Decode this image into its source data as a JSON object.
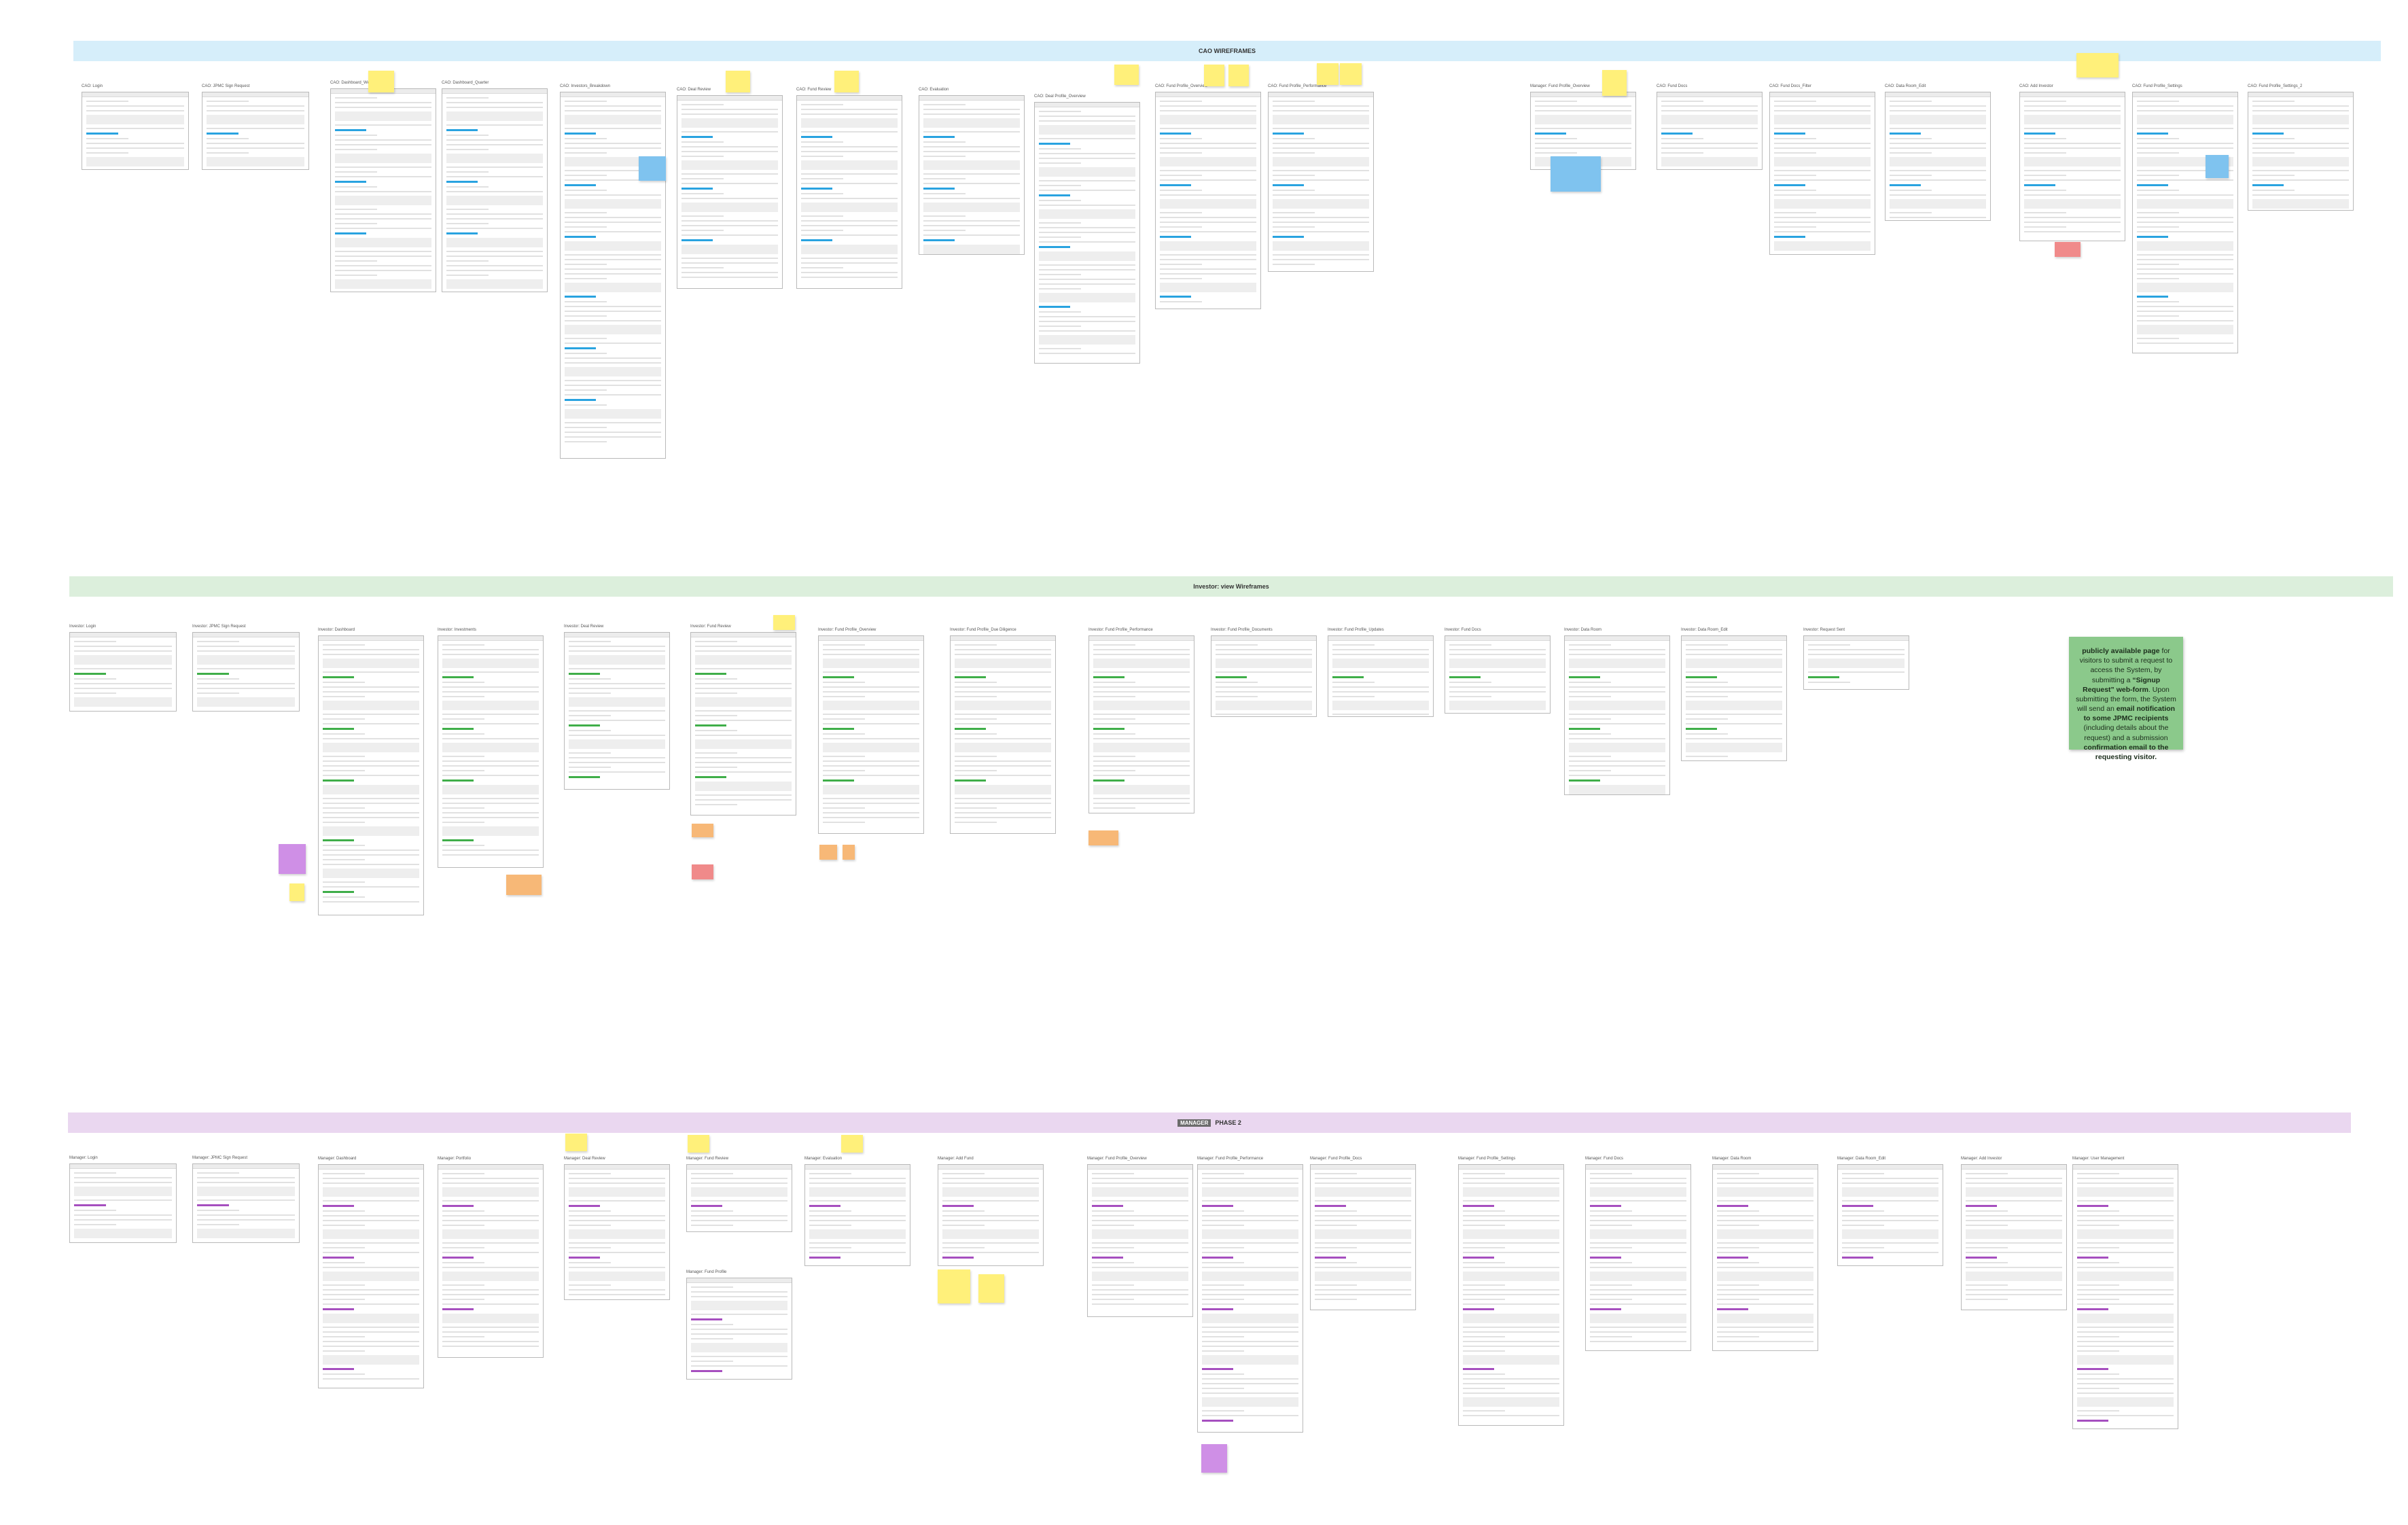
{
  "bands": {
    "cao": {
      "label": "CAO WIREFRAMES",
      "color": "#d6eefa"
    },
    "investor": {
      "label": "Investor: view Wireframes",
      "color": "#dcefdc"
    },
    "manager": {
      "tag": "MANAGER",
      "label": "PHASE 2",
      "color": "#ead7f0"
    }
  },
  "colors": {
    "sticky_yellow": "#fff07a",
    "sticky_orange": "#f7b877",
    "sticky_purple": "#cf8fe6",
    "sticky_blue": "#7fc3ef",
    "sticky_red": "#f08a8a",
    "accent_blue": "#29a3e0",
    "accent_green": "#3fae49",
    "accent_purple": "#a64fbf"
  },
  "frames": {
    "cao": [
      {
        "label": "CAO: Login"
      },
      {
        "label": "CAO: JPMC Sign Request"
      },
      {
        "label": "CAO: Dashboard_Week"
      },
      {
        "label": "CAO: Dashboard_Quarter"
      },
      {
        "label": "CAO: Investors_Breakdown"
      },
      {
        "label": "CAO: Deal Review"
      },
      {
        "label": "CAO: Fund Review"
      },
      {
        "label": "CAO: Evaluation"
      },
      {
        "label": "CAO: Deal Profile_Overview"
      },
      {
        "label": "CAO: Fund Profile_Overview"
      },
      {
        "label": "CAO: Fund Profile_Performance"
      },
      {
        "label": "Manager: Fund Profile_Overview"
      },
      {
        "label": "CAO: Fund Docs"
      },
      {
        "label": "CAO: Fund Docs_Filter"
      },
      {
        "label": "CAO: Data Room_Edit"
      },
      {
        "label": "CAO: Add Investor"
      },
      {
        "label": "CAO: Fund Profile_Settings"
      },
      {
        "label": "CAO: Fund Profile_Settings_2"
      }
    ],
    "investor": [
      {
        "label": "Investor: Login"
      },
      {
        "label": "Investor: JPMC Sign Request"
      },
      {
        "label": "Investor: Dashboard"
      },
      {
        "label": "Investor: Investments"
      },
      {
        "label": "Investor: Deal Review"
      },
      {
        "label": "Investor: Fund Review"
      },
      {
        "label": "Investor: Fund Profile_Overview"
      },
      {
        "label": "Investor: Fund Profile_Due Diligence"
      },
      {
        "label": "Investor: Fund Profile_Performance"
      },
      {
        "label": "Investor: Fund Profile_Documents"
      },
      {
        "label": "Investor: Fund Profile_Updates"
      },
      {
        "label": "Investor: Fund Docs"
      },
      {
        "label": "Investor: Data Room"
      },
      {
        "label": "Investor: Data Room_Edit"
      },
      {
        "label": "Investor: Request Sent"
      }
    ],
    "manager": [
      {
        "label": "Manager: Login"
      },
      {
        "label": "Manager: JPMC Sign Request"
      },
      {
        "label": "Manager: Dashboard"
      },
      {
        "label": "Manager: Portfolio"
      },
      {
        "label": "Manager: Deal Review"
      },
      {
        "label": "Manager: Fund Review"
      },
      {
        "label": "Manager: Fund Profile"
      },
      {
        "label": "Manager: Evaluation"
      },
      {
        "label": "Manager: Add Fund"
      },
      {
        "label": "Manager: Fund Profile_Overview"
      },
      {
        "label": "Manager: Fund Profile_Performance"
      },
      {
        "label": "Manager: Fund Profile_Docs"
      },
      {
        "label": "Manager: Fund Profile_Settings"
      },
      {
        "label": "Manager: Fund Docs"
      },
      {
        "label": "Manager: Data Room"
      },
      {
        "label": "Manager: Data Room_Edit"
      },
      {
        "label": "Manager: Add Investor"
      },
      {
        "label": "Manager: User Management"
      }
    ]
  },
  "note": {
    "before": "publicly available page",
    "t1": " for visitors to submit a request to access the System, by submitting a ",
    "form": "“Signup Request” web-form",
    "t2": ". Upon submitting the form, the System will send an ",
    "email": "email notification to some JPMC recipients",
    "t3": " (including details about the request) and a submission ",
    "confirm": "confirmation email to the requesting visitor."
  }
}
